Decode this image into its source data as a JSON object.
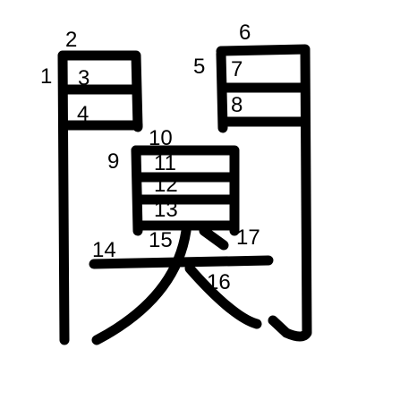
{
  "diagram": {
    "character": "闃",
    "stroke_color": "#000000",
    "background": "#ffffff",
    "stroke_numbers": [
      "1",
      "2",
      "3",
      "4",
      "5",
      "6",
      "7",
      "8",
      "9",
      "10",
      "11",
      "12",
      "13",
      "14",
      "15",
      "16",
      "17"
    ]
  }
}
